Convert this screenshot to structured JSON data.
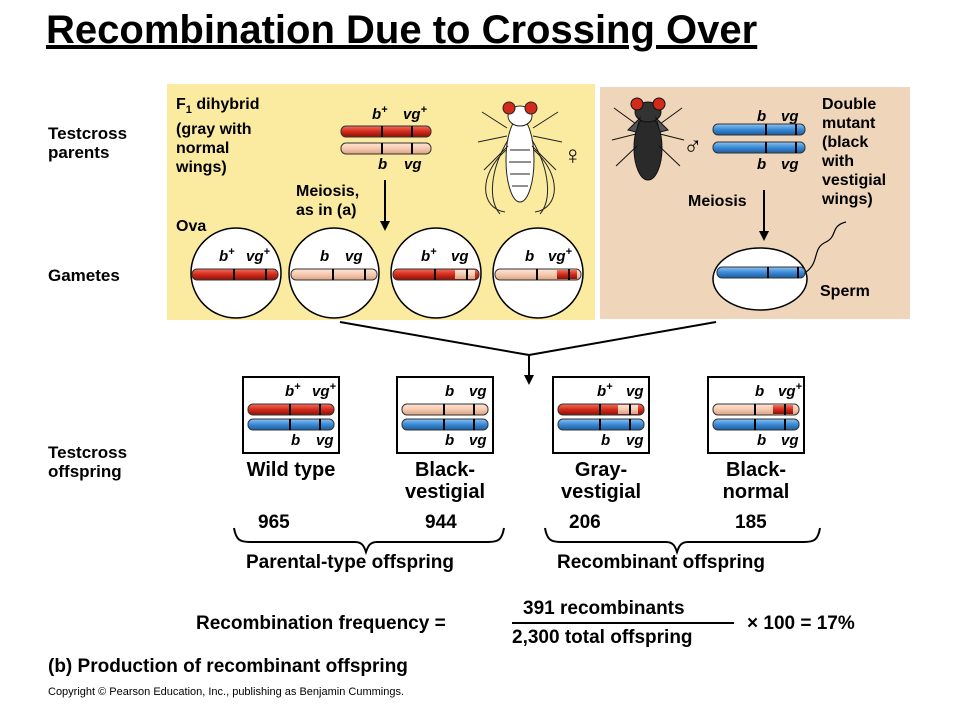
{
  "title": "Recombination Due to Crossing Over",
  "row_labels": {
    "testcross_parents_1": "Testcross",
    "testcross_parents_2": "parents",
    "gametes": "Gametes",
    "testcross_offspring_1": "Testcross",
    "testcross_offspring_2": "offspring"
  },
  "female": {
    "desc_line1_prefix": "F",
    "desc_line1_sub": "1",
    "desc_line1_rest": " dihybrid",
    "desc_line2": "(gray with",
    "desc_line3": "normal",
    "desc_line4": "wings)",
    "symbol": "♀",
    "meiosis_1": "Meiosis,",
    "meiosis_2": "as in (a)",
    "ova": "Ova",
    "allele_b_plus": "b",
    "allele_vg_plus": "vg",
    "allele_b": "b",
    "allele_vg": "vg",
    "sup_plus": "+"
  },
  "male": {
    "desc_line1": "Double",
    "desc_line2": "mutant",
    "desc_line3": "(black",
    "desc_line4": "with",
    "desc_line5": "vestigial",
    "desc_line6": "wings)",
    "symbol": "♂",
    "meiosis": "Meiosis",
    "sperm": "Sperm",
    "allele_b": "b",
    "allele_vg": "vg"
  },
  "offspring": [
    {
      "name_1": "Wild type",
      "name_2": "",
      "count": "965"
    },
    {
      "name_1": "Black-",
      "name_2": "vestigial",
      "count": "944"
    },
    {
      "name_1": "Gray-",
      "name_2": "vestigial",
      "count": "206"
    },
    {
      "name_1": "Black-",
      "name_2": "normal",
      "count": "185"
    }
  ],
  "groups": {
    "parental": "Parental-type offspring",
    "recombinant": "Recombinant offspring"
  },
  "formula": {
    "label": "Recombination frequency =",
    "numerator": "391 recombinants",
    "denominator": "2,300 total offspring",
    "result": "× 100 = 17%"
  },
  "caption": "(b) Production of recombinant offspring",
  "copyright": "Copyright © Pearson Education, Inc., publishing as Benjamin Cummings.",
  "colors": {
    "female_panel": "#fbeba0",
    "male_panel": "#efd6ba",
    "red_chromosome": "#d42a1a",
    "pink_chromosome": "#f6c9ae",
    "blue_chromosome": "#3a8ad6"
  }
}
